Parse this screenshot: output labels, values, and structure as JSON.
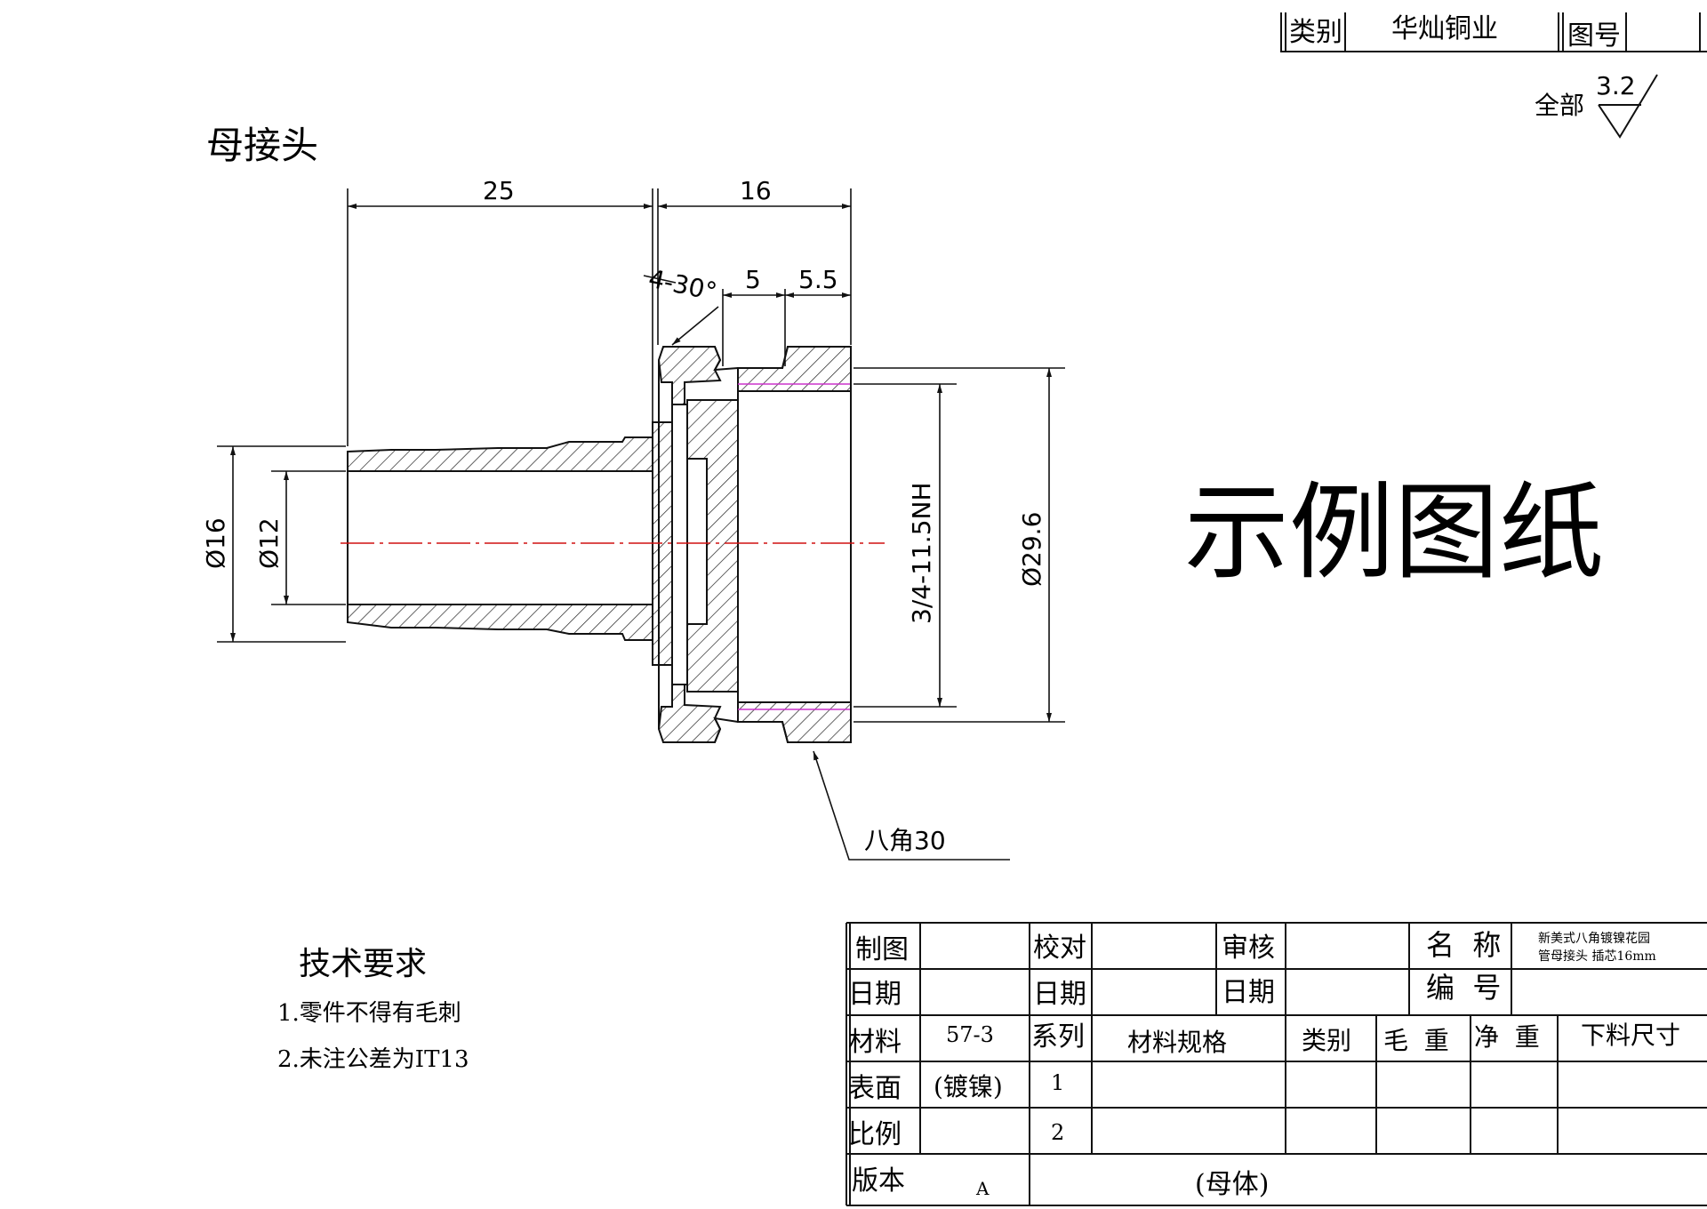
{
  "part_title": "母接头",
  "watermark": "示例图纸",
  "header": {
    "category_label": "类别",
    "company": "华灿铜业",
    "drawing_no_label": "图号"
  },
  "surface_finish": {
    "label": "全部",
    "value": "3.2"
  },
  "dimensions": {
    "len_barb": "25",
    "len_nut": "16",
    "chamfer": "4-30°",
    "seg_a": "5",
    "seg_b": "5.5",
    "dia_outer_barb": "Ø16",
    "dia_inner": "Ø12",
    "thread": "3/4-11.5NH",
    "dia_nut": "Ø29.6",
    "octagon": "八角30"
  },
  "tech_requirements": {
    "title": "技术要求",
    "items": [
      "1.零件不得有毛刺",
      "2.未注公差为IT13"
    ]
  },
  "title_block": {
    "drawn_label": "制图",
    "check_label": "校对",
    "review_label": "审核",
    "name_label": "名  称",
    "name_line1": "新美式八角镀镍花园",
    "name_line2": "管母接头 插芯16mm",
    "date_label": "日期",
    "number_label": "编  号",
    "material_label": "材料",
    "material_value": "57-3",
    "series_label": "系列",
    "spec_label": "材料规格",
    "category_label": "类别",
    "gross_weight_label": "毛  重",
    "net_weight_label": "净  重",
    "blank_size_label": "下料尺寸",
    "surface_label": "表面",
    "surface_value": "(镀镍)",
    "row1_no": "1",
    "scale_label": "比例",
    "row2_no": "2",
    "version_label": "版本",
    "version_value": "A",
    "part_name": "(母体)"
  }
}
